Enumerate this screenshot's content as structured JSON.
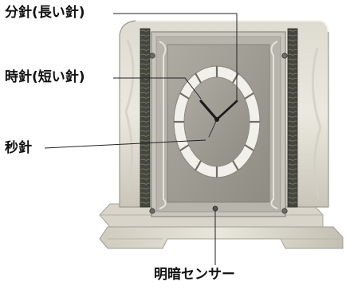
{
  "labels": {
    "minute_hand": "分針(長い針)",
    "hour_hand": "時針(短い針)",
    "second_hand": "秒針",
    "light_sensor": "明暗センサー"
  },
  "colors": {
    "onyx_light": "#e4e1d7",
    "onyx_mid": "#cfcbbf",
    "onyx_shadow": "#a9a59a",
    "marble_dark": "#3a3b34",
    "dial_face": "#a19e95",
    "ring_white": "#f4f3ef",
    "hands": "#1a1a1a",
    "leader_line": "#222222"
  }
}
